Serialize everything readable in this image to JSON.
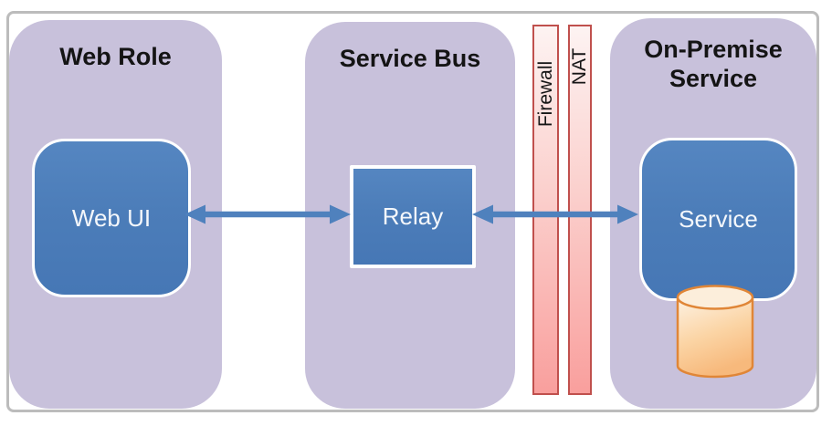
{
  "diagram": {
    "frame_color": "#bcbcbc",
    "background_color": "#ffffff",
    "container_fill": "#c8c1db",
    "node_fill": "#4f81bd",
    "arrow_color": "#4f81bd",
    "containers": [
      {
        "id": "web-role",
        "title": "Web Role"
      },
      {
        "id": "service-bus",
        "title": "Service Bus"
      },
      {
        "id": "on-premise",
        "title": "On-Premise Service"
      }
    ],
    "nodes": [
      {
        "id": "web-ui",
        "label": "Web UI",
        "container": "Web Role",
        "shape": "rounded-square"
      },
      {
        "id": "relay",
        "label": "Relay",
        "container": "Service Bus",
        "shape": "square"
      },
      {
        "id": "service",
        "label": "Service",
        "container": "On-Premise Service",
        "shape": "rounded-square"
      }
    ],
    "barriers": [
      {
        "id": "firewall",
        "label": "Firewall",
        "border_color": "#c0504d",
        "fill_top": "#fdf3f2",
        "fill_bottom": "#f99f9d"
      },
      {
        "id": "nat",
        "label": "NAT",
        "border_color": "#c0504d",
        "fill_top": "#fdf3f2",
        "fill_bottom": "#f99f9d"
      }
    ],
    "connections": [
      {
        "from": "Web UI",
        "to": "Relay",
        "style": "double-headed-arrow",
        "color": "#4f81bd"
      },
      {
        "from": "Relay",
        "to": "Service",
        "style": "double-headed-arrow",
        "color": "#4f81bd",
        "crosses": [
          "Firewall",
          "NAT"
        ]
      }
    ],
    "database": {
      "shape": "cylinder",
      "attached_to": "Service",
      "stroke": "#e08637",
      "fill_top": "#fceedb",
      "fill_bottom": "#f7b97c"
    }
  }
}
